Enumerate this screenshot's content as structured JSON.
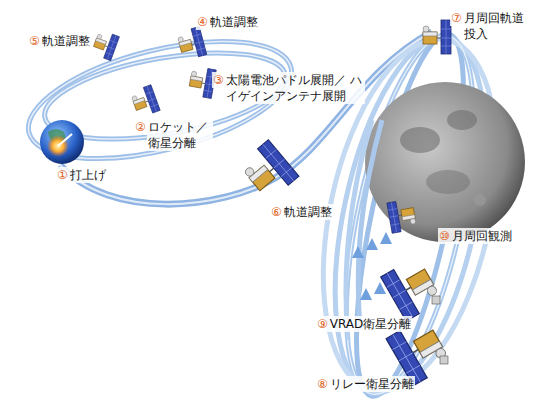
{
  "diagram": {
    "labels": [
      "①",
      "打上げ",
      "②",
      "ロケット／ 衛星分離",
      "③",
      "太陽電池パドル展開／ ハイゲインアンテナ展開",
      "④",
      "軌道調整",
      "⑤",
      "軌道調整",
      "⑥",
      "軌道調整",
      "⑦",
      "月周回軌道 投入",
      "⑧",
      "リレー衛星分離",
      "⑨",
      "VRAD衛星分離",
      "⑩",
      "月周回観測"
    ]
  }
}
